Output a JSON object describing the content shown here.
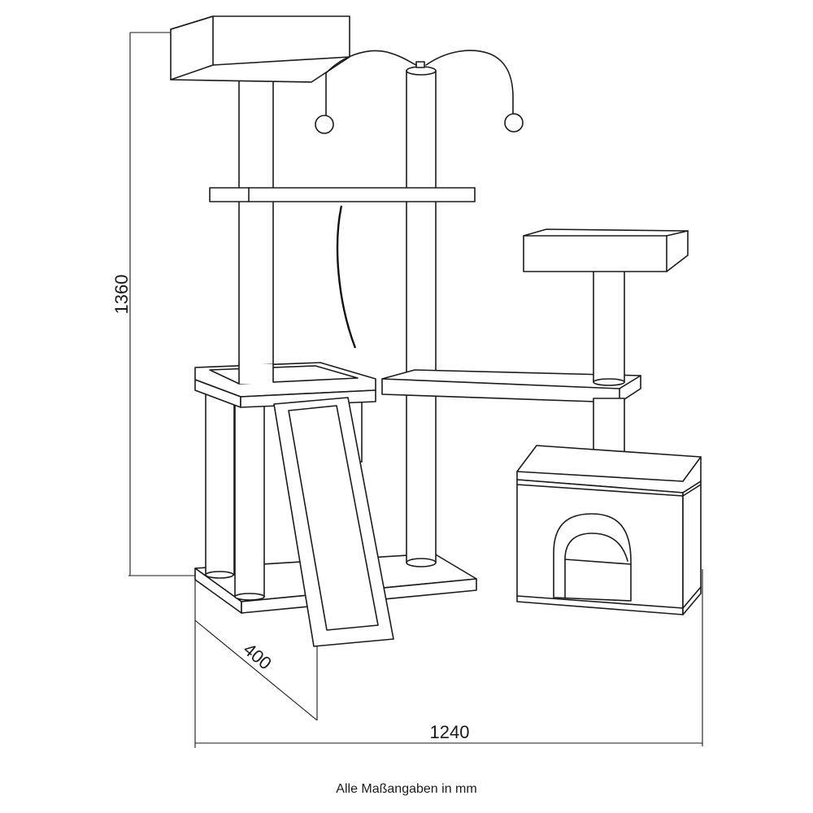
{
  "dimensions": {
    "height": "1360",
    "depth": "400",
    "width": "1240"
  },
  "caption": "Alle Maßangaben in mm"
}
